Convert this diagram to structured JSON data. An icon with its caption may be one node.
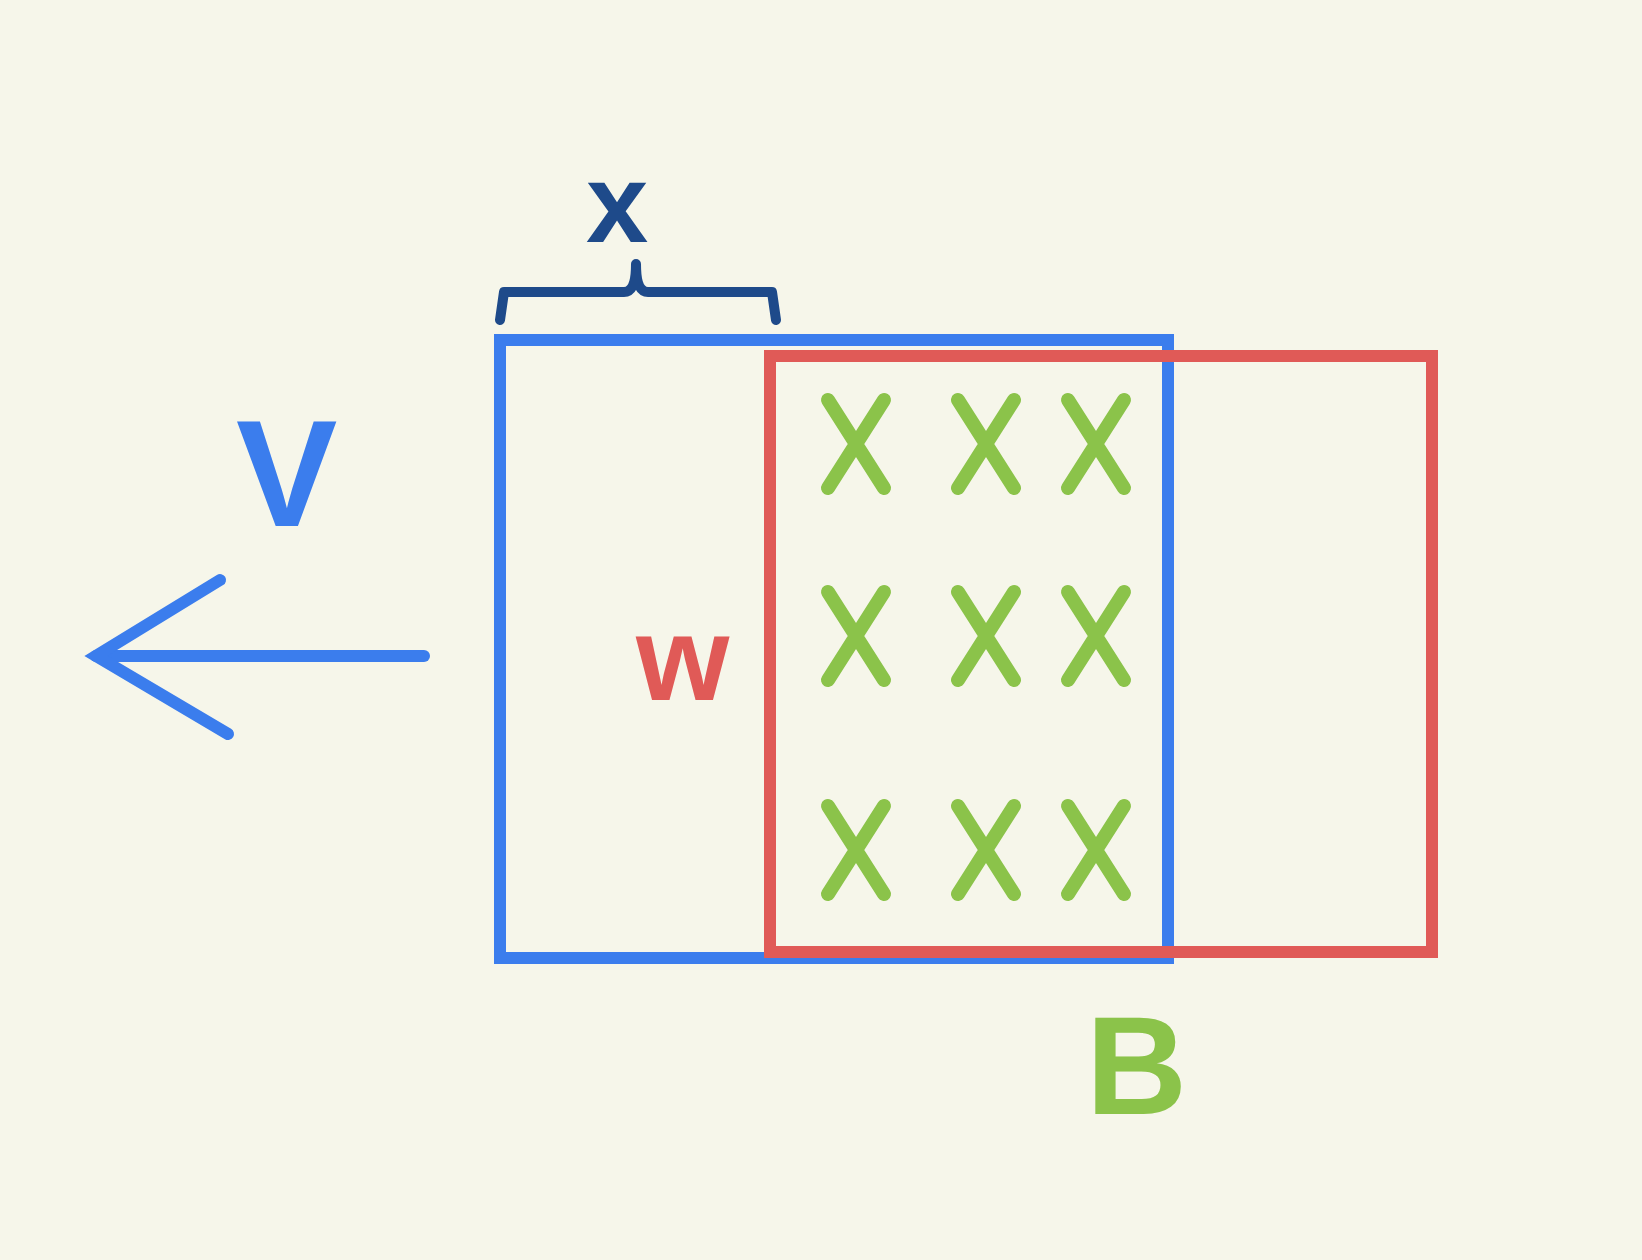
{
  "diagram": {
    "labels": [
      "x",
      "V",
      "w",
      "B"
    ]
  }
}
